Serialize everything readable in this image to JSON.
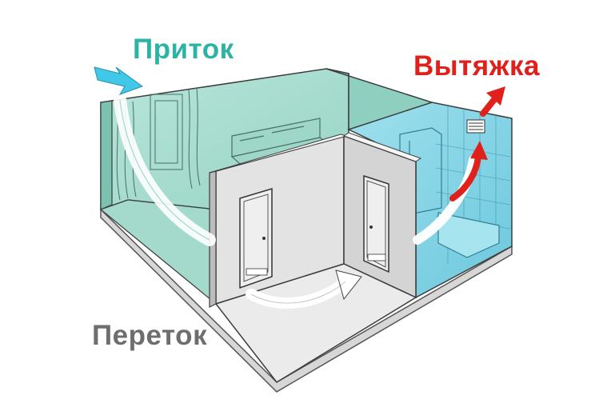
{
  "labels": {
    "supply": "Приток",
    "exhaust": "Вытяжка",
    "overflow": "Переток"
  },
  "colors": {
    "supply_label": "#2bb3a3",
    "exhaust_label": "#e0201b",
    "overflow_label": "#6e6e6e",
    "bedroom_fill": "#a8dccf",
    "bathroom_fill": "#7fd3e6",
    "hall_fill": "#e2e2e2",
    "exhaust_arrow": "#e0201b",
    "airflow_arrow": "#ffffff"
  },
  "icons": [
    "supply-arrow-icon",
    "exhaust-arrow-icon",
    "airflow-arrow-icon",
    "door-icon",
    "vent-grille-icon"
  ]
}
